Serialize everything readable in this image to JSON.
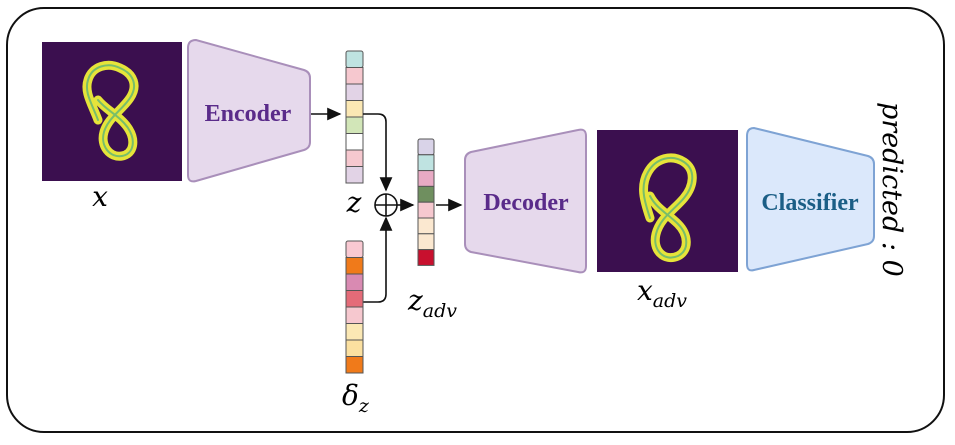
{
  "diagram": {
    "encoder_label": "Encoder",
    "decoder_label": "Decoder",
    "classifier_label": "Classifier",
    "input_var": "x",
    "latent_var": "z",
    "perturbation_var": "δ",
    "perturbation_sub": "z",
    "adv_latent_var": "z",
    "adv_latent_sub": "adv",
    "adv_output_var": "x",
    "adv_output_sub": "adv",
    "prediction_text": "predicted : 0",
    "sum_symbol": "⊕"
  },
  "colors": {
    "encoder_fill": "#e6d9ec",
    "encoder_stroke": "#a98fba",
    "encoder_text": "#5a2b8a",
    "decoder_fill": "#e6d9ec",
    "decoder_stroke": "#a98fba",
    "decoder_text": "#5a2b8a",
    "classifier_fill": "#dbe8fb",
    "classifier_stroke": "#7ea3d4",
    "classifier_text": "#1b5e86",
    "digit_bg": "#3b0f4f",
    "digit_stroke": "#e6e43a"
  },
  "vectors": {
    "z": [
      "#bfe3e1",
      "#f6c8cf",
      "#e2d3e6",
      "#fbe8b4",
      "#d2e6b8",
      "#ffffff",
      "#f6c8cf",
      "#e2d3e6"
    ],
    "delta_z": [
      "#f9c9d2",
      "#f07a1a",
      "#d98ab2",
      "#e46b78",
      "#f6c8cf",
      "#fbe8b4",
      "#fbe0a0",
      "#f07a1a"
    ],
    "z_adv": [
      "#d9d3e8",
      "#bfe3e1",
      "#e8aac4",
      "#6f8f5f",
      "#f6c8cf",
      "#fbe8d0",
      "#fbe8d0",
      "#c8102e"
    ]
  }
}
